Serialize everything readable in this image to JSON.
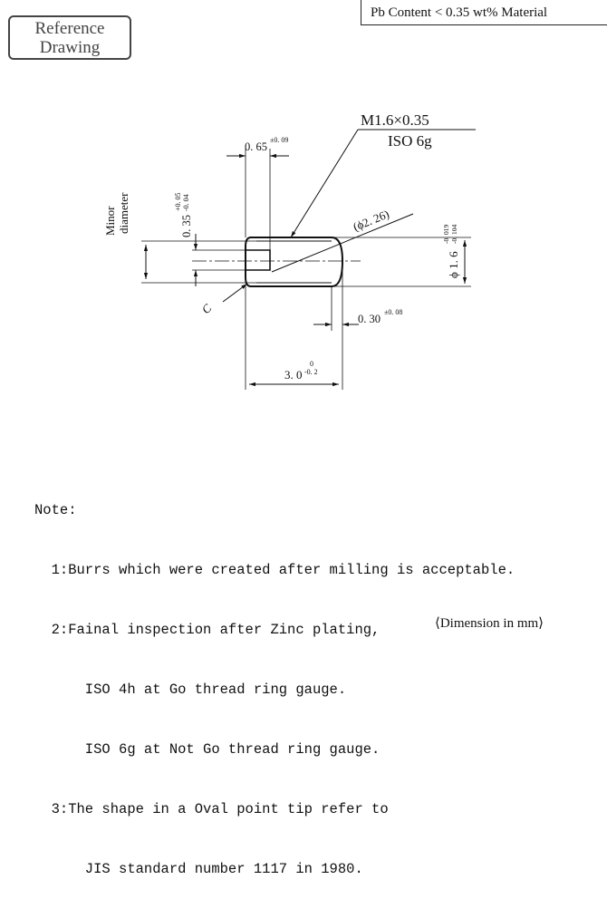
{
  "stamp": {
    "line1": "Reference",
    "line2": "Drawing"
  },
  "material": "Pb Content < 0.35 wt% Material",
  "drawing": {
    "thread_spec": "M1.6×0.35",
    "thread_class": "ISO 6g",
    "slot_width": {
      "base": "0. 65",
      "tol": "±0. 09"
    },
    "slot_depth": {
      "base": "0. 35",
      "tol_upper": "+0. 05",
      "tol_lower": "-0. 04"
    },
    "minor_label_1": "Minor",
    "minor_label_2": "diameter",
    "ref_diameter": "(ϕ2. 26)",
    "outer_diameter": {
      "base": "ϕ 1. 6",
      "tol_upper": "-0. 019",
      "tol_lower": "-0. 104"
    },
    "chamfer": "C",
    "tip_length": {
      "base": "0. 30",
      "tol": "±0. 08"
    },
    "length": {
      "base": "3. 0",
      "tol_upper": "0",
      "tol_lower": "-0. 2"
    }
  },
  "notes": {
    "title": "Note:",
    "lines": [
      "  1:Burrs which were created after milling is acceptable.",
      "  2:Fainal inspection after Zinc plating,",
      "      ISO 4h at Go thread ring gauge.",
      "      ISO 6g at Not Go thread ring gauge.",
      "  3:The shape in a Oval point tip refer to",
      "      JIS standard number 1117 in 1980."
    ]
  },
  "unit": "⟨Dimension in mm⟩"
}
